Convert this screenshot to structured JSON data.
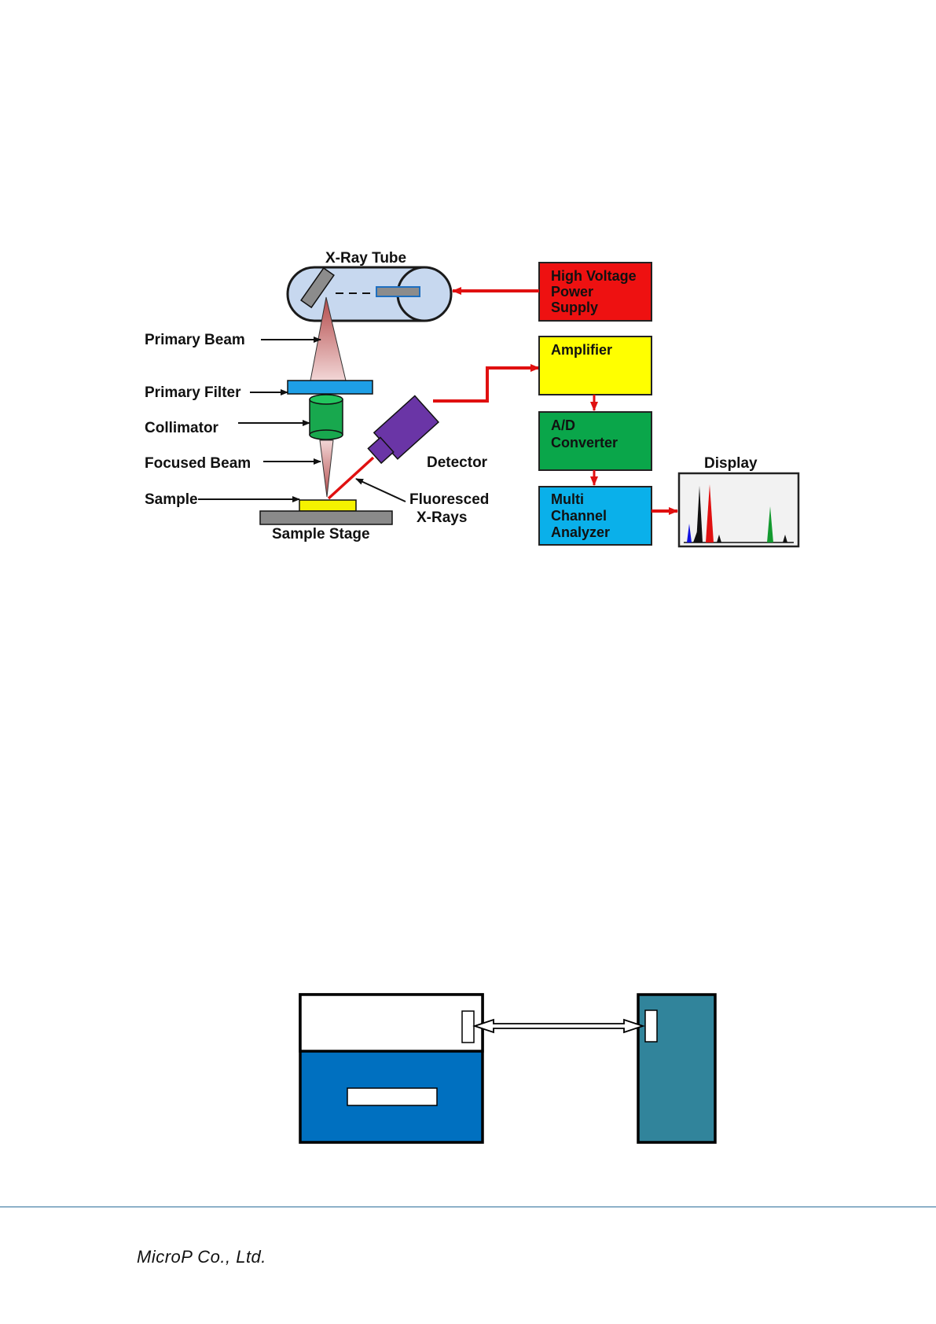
{
  "diagram": {
    "labels": {
      "xray_tube": "X-Ray Tube",
      "primary_beam": "Primary Beam",
      "primary_filter": "Primary Filter",
      "collimator": "Collimator",
      "focused_beam": "Focused Beam",
      "sample": "Sample",
      "sample_stage": "Sample Stage",
      "detector": "Detector",
      "fluoresced_line1": "Fluoresced",
      "fluoresced_line2": "X-Rays",
      "display": "Display"
    },
    "blocks": {
      "hv": [
        "High Voltage",
        "Power",
        "Supply"
      ],
      "amplifier": [
        "Amplifier"
      ],
      "adc": [
        "A/D",
        "Converter"
      ],
      "mca": [
        "Multi",
        "Channel",
        "Analyzer"
      ]
    },
    "colors": {
      "hv": "#ee1111",
      "amplifier": "#ffff00",
      "adc": "#0aa64a",
      "mca": "#0ab0ea",
      "filter": "#1e9fe6",
      "collimator": "#18a84e",
      "detector": "#6a35a6",
      "sample": "#f5f200",
      "stage": "#8a8a8a",
      "tube": "#c7d8ef",
      "arrow_red": "#e01010",
      "unit_left": "#0070c0",
      "unit_right": "#31849b"
    }
  },
  "footer": {
    "company": "MicroP Co., Ltd."
  }
}
